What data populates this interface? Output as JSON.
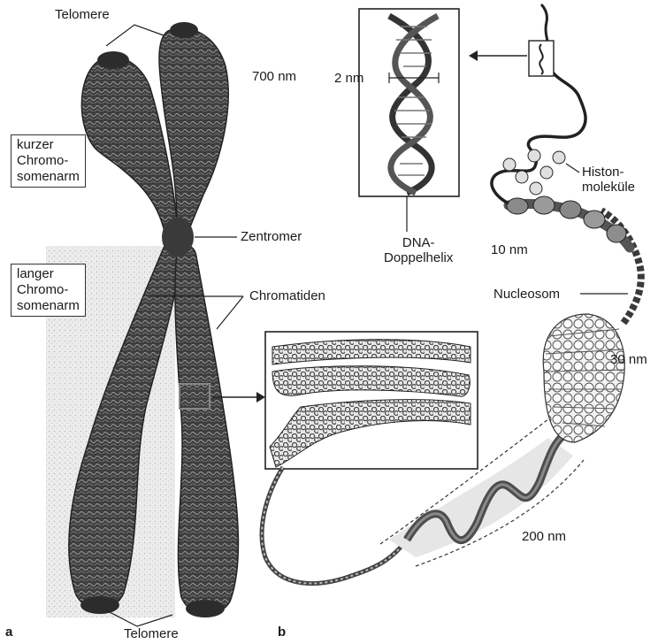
{
  "labels": {
    "telomere_top": "Telomere",
    "telomere_bottom": "Telomere",
    "width_700": "700 nm",
    "short_arm": [
      "kurzer",
      "Chromo-",
      "somenarm"
    ],
    "long_arm": [
      "langer",
      "Chromo-",
      "somenarm"
    ],
    "centromere": "Zentromer",
    "chromatids": "Chromatiden",
    "width_2": "2 nm",
    "dna_helix": [
      "DNA-",
      "Doppelhelix"
    ],
    "histones": [
      "Histon-",
      "moleküle"
    ],
    "width_10": "10 nm",
    "nucleosome": "Nucleosom",
    "width_30": "30 nm",
    "width_200": "200 nm",
    "panel_a": "a",
    "panel_b": "b"
  },
  "colors": {
    "chromosome_dark": "#3a3a3a",
    "chromosome_mid": "#6b6b6b",
    "stipple": "#d8d8d8",
    "line": "#222222"
  }
}
